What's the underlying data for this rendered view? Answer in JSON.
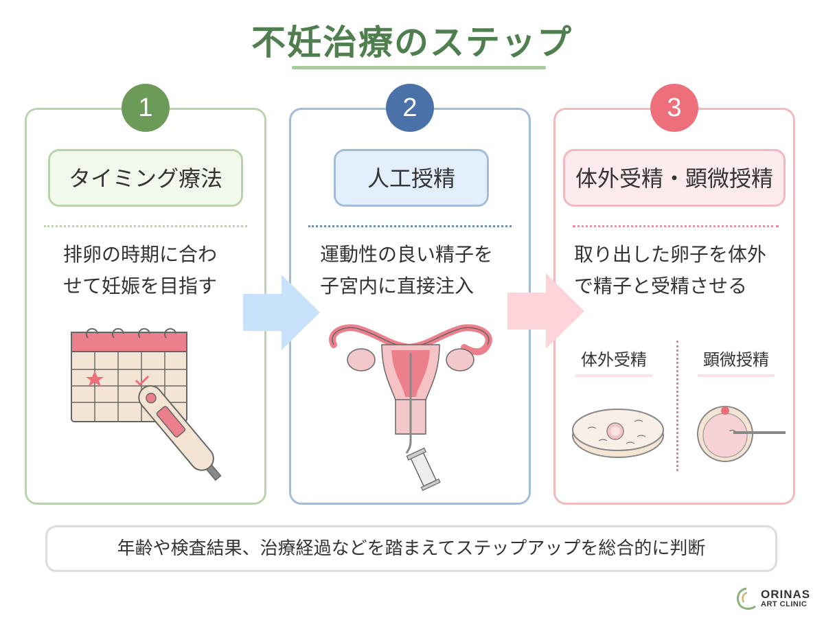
{
  "title": "不妊治療のステップ",
  "steps": [
    {
      "number": "1",
      "label": "タイミング療法",
      "desc_lines": [
        "排卵の時期に合わ",
        "せて妊娠を目指す"
      ]
    },
    {
      "number": "2",
      "label": "人工授精",
      "desc_lines": [
        "運動性の良い精子を",
        "子宮内に直接注入"
      ]
    },
    {
      "number": "3",
      "label": "体外受精・顕微授精",
      "desc_lines": [
        "取り出した卵子を体外",
        "で精子と受精させる"
      ],
      "sub_labels": [
        "体外受精",
        "顕微授精"
      ]
    }
  ],
  "footer_note": "年齢や検査結果、治療経過などを踏まえてステップアップを総合的に判断",
  "logo": {
    "line1": "ORINAS",
    "line2": "ART CLINIC"
  },
  "colors": {
    "step1": "#6c9a59",
    "step2": "#4a72a8",
    "step3": "#ec6f7b",
    "title": "#4f7f4f"
  }
}
